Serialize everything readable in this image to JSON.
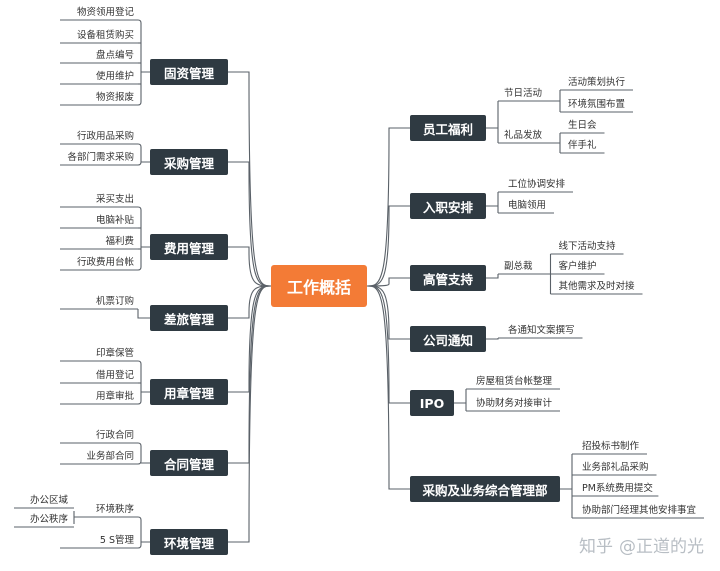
{
  "center": {
    "label": "工作概括"
  },
  "left_groups": [
    {
      "id": "guzi",
      "label": "固资管理",
      "items": [
        "物资领用登记",
        "设备租赁购买",
        "盘点编号",
        "使用维护",
        "物资报废"
      ]
    },
    {
      "id": "caigou",
      "label": "采购管理",
      "items": [
        "行政用品采购",
        "各部门需求采购"
      ]
    },
    {
      "id": "feiyong",
      "label": "费用管理",
      "items": [
        "采买支出",
        "电脑补贴",
        "福利费",
        "行政费用台帐"
      ]
    },
    {
      "id": "chailv",
      "label": "差旅管理",
      "items": [
        "机票订购"
      ]
    },
    {
      "id": "yongzhang",
      "label": "用章管理",
      "items": [
        "印章保管",
        "借用登记",
        "用章审批"
      ]
    },
    {
      "id": "hetong",
      "label": "合同管理",
      "items": [
        "行政合同",
        "业务部合同"
      ]
    },
    {
      "id": "huanjing",
      "label": "环境管理",
      "items": [
        "环境秩序",
        "5 S管理"
      ],
      "sub": {
        "parent_index": 0,
        "items": [
          "办公区域",
          "办公秩序"
        ]
      }
    }
  ],
  "right_groups": [
    {
      "id": "yuangong",
      "label": "员工福利",
      "branches": [
        {
          "label": "节日活动",
          "items": [
            "活动策划执行",
            "环境氛围布置"
          ]
        },
        {
          "label": "礼品发放",
          "items": [
            "生日会",
            "伴手礼"
          ]
        }
      ]
    },
    {
      "id": "ruzhi",
      "label": "入职安排",
      "items": [
        "工位协调安排",
        "电脑领用"
      ]
    },
    {
      "id": "gaoguan",
      "label": "高管支持",
      "branches": [
        {
          "label": "副总裁",
          "items": [
            "线下活动支持",
            "客户维护",
            "其他需求及时对接"
          ]
        }
      ]
    },
    {
      "id": "tongzhi",
      "label": "公司通知",
      "items": [
        "各通知文案撰写"
      ]
    },
    {
      "id": "ipo",
      "label": "IPO",
      "items": [
        "房屋租赁台帐整理",
        "协助财务对接审计"
      ]
    },
    {
      "id": "zonghe",
      "label": "采购及业务综合管理部",
      "items": [
        "招投标书制作",
        "业务部礼品采购",
        "PM系统费用提交",
        "协助部门经理其他安排事宜"
      ]
    }
  ],
  "watermark": {
    "brand": "知乎",
    "handle": "@正道的光"
  }
}
